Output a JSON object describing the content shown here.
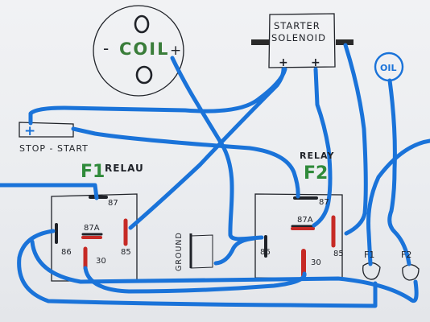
{
  "coil": {
    "label": "COIL",
    "minus": "-",
    "plus": "+"
  },
  "starter_solenoid": {
    "line1": "STARTER",
    "line2": "SOLENOID",
    "terminal_left": "+",
    "terminal_right": "+"
  },
  "oil": {
    "label": "OIL"
  },
  "stop_start": {
    "label": "STOP - START",
    "plus": "+"
  },
  "relay_f1": {
    "title_id": "F1",
    "title_word": "RELAU",
    "pin_87": "87",
    "pin_87a": "87A",
    "pin_86": "86",
    "pin_85": "85",
    "pin_30": "30"
  },
  "relay_f2": {
    "title_word": "RELAY",
    "title_id": "F2",
    "pin_87": "87",
    "pin_87a": "87A",
    "pin_86": "86",
    "pin_85": "85",
    "pin_30": "30"
  },
  "ground": {
    "label": "GROUND"
  },
  "fuses": {
    "f1": "F1",
    "f2": "F2"
  },
  "colors": {
    "wire": "#1a73d9",
    "ink": "#1f2228",
    "marker_red": "#c62a25",
    "marker_green": "#2f8a3a",
    "coil_green": "#3a7d3a",
    "paper": "#eceef1"
  }
}
